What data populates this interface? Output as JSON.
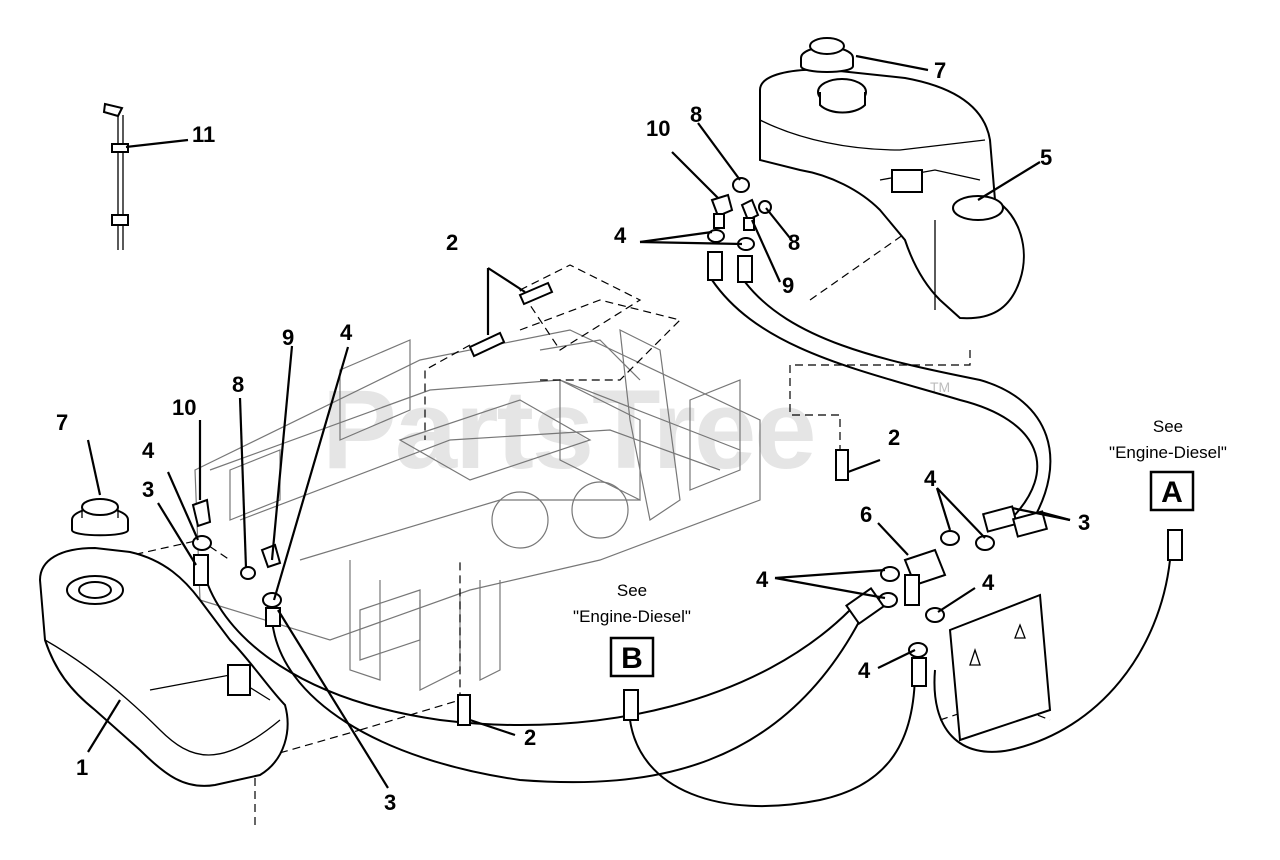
{
  "watermark": {
    "text": "PartsTree",
    "tm": "TM"
  },
  "callouts": [
    {
      "id": "c1",
      "label": "1"
    },
    {
      "id": "c2a",
      "label": "2"
    },
    {
      "id": "c2b",
      "label": "2"
    },
    {
      "id": "c2c",
      "label": "2"
    },
    {
      "id": "c3a",
      "label": "3"
    },
    {
      "id": "c3b",
      "label": "3"
    },
    {
      "id": "c3c",
      "label": "3"
    },
    {
      "id": "c4a",
      "label": "4"
    },
    {
      "id": "c4b",
      "label": "4"
    },
    {
      "id": "c4c",
      "label": "4"
    },
    {
      "id": "c4d",
      "label": "4"
    },
    {
      "id": "c4e",
      "label": "4"
    },
    {
      "id": "c4f",
      "label": "4"
    },
    {
      "id": "c4g",
      "label": "4"
    },
    {
      "id": "c5",
      "label": "5"
    },
    {
      "id": "c6",
      "label": "6"
    },
    {
      "id": "c7a",
      "label": "7"
    },
    {
      "id": "c7b",
      "label": "7"
    },
    {
      "id": "c8a",
      "label": "8"
    },
    {
      "id": "c8b",
      "label": "8"
    },
    {
      "id": "c8c",
      "label": "8"
    },
    {
      "id": "c9a",
      "label": "9"
    },
    {
      "id": "c9b",
      "label": "9"
    },
    {
      "id": "c10a",
      "label": "10"
    },
    {
      "id": "c10b",
      "label": "10"
    },
    {
      "id": "c11",
      "label": "11"
    }
  ],
  "references": {
    "a": {
      "see": "See",
      "target": "\"Engine-Diesel\"",
      "letter": "A"
    },
    "b": {
      "see": "See",
      "target": "\"Engine-Diesel\"",
      "letter": "B"
    }
  }
}
